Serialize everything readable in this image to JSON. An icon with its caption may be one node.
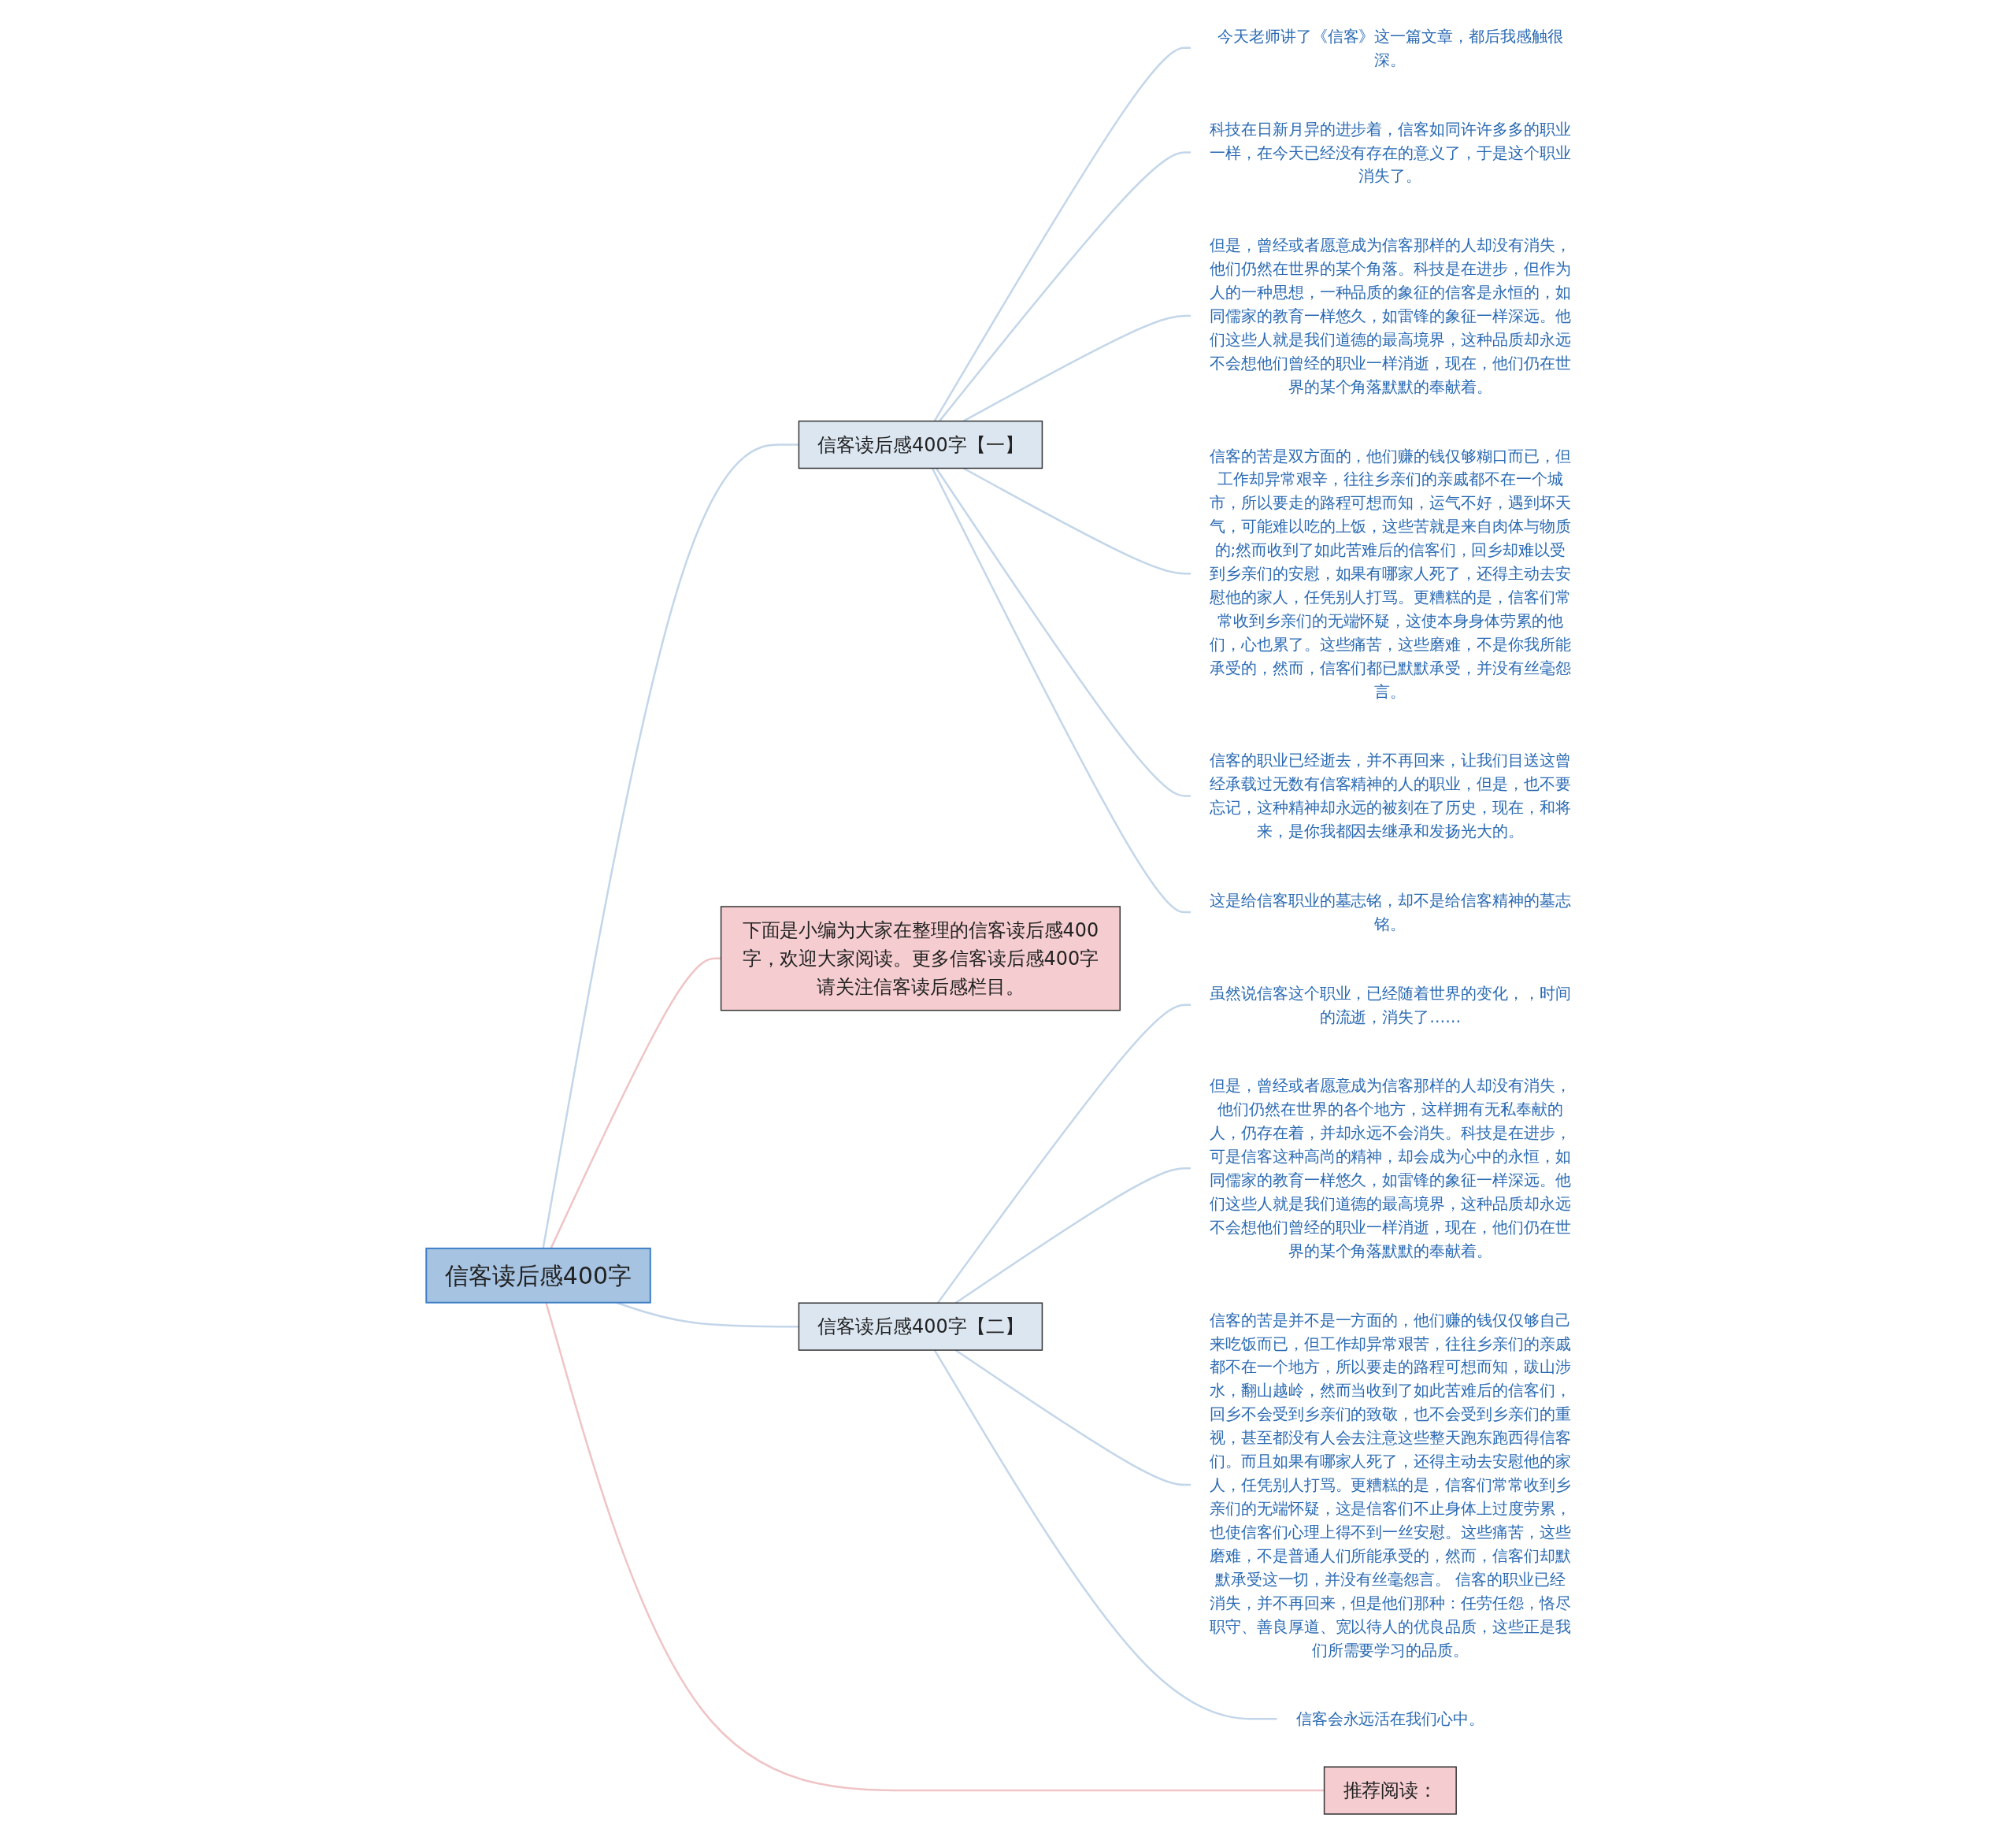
{
  "diagram": {
    "nodes": [
      {
        "text": [
          "信客读后感400字"
        ]
      },
      {
        "text": [
          "信客读后感400字【一】"
        ]
      },
      {
        "text": [
          "今天老师讲了《信客》这一篇文章，都后我感触很深。"
        ]
      },
      {
        "text": [
          "科技在日新月异的进步着，信客如同许许多多的职业一样，在今天已经没有存在的意义了，于是这个职业消失了。"
        ]
      },
      {
        "text": [
          "但是，曾经或者愿意成为信客那样的人却没有消失，他们仍然在世界的某个角落。科技是在进步，但作为人的一种思想，一种品质的象征的信客是永恒的，如同儒家的教育一样悠久，如雷锋的象征一样深远。他们这些人就是我们道德的最高境界，这种品质却永远不会想他们曾经的职业一样消逝，现在，他们仍在世界的某个角落默默的奉献着。"
        ]
      },
      {
        "text": [
          "信客的苦是双方面的，他们赚的钱仅够糊口而已，但工作却异常艰辛，往往乡亲们的亲戚都不在一个城市，所以要走的路程可想而知，运气不好，遇到坏天气，可能难以吃的上饭，这些苦就是来自肉体与物质的;然而收到了如此苦难后的信客们，回乡却难以受到乡亲们的安慰，如果有哪家人死了，还得主动去安慰他的家人，任凭别人打骂。更糟糕的是，信客们常常收到乡亲们的无端怀疑，这使本身身体劳累的他们，心也累了。这些痛苦，这些磨难，不是你我所能承受的，然而，信客们都已默默承受，并没有丝毫怨言。"
        ]
      },
      {
        "text": [
          "信客的职业已经逝去，并不再回来，让我们目送这曾经承载过无数有信客精神的人的职业，但是，也不要忘记，这种精神却永远的被刻在了历史，现在，和将来，是你我都因去继承和发扬光大的。"
        ]
      },
      {
        "text": [
          "这是给信客职业的墓志铭，却不是给信客精神的墓志铭。"
        ]
      },
      {
        "text": [
          "下面是小编为大家在整理的信客读后感400字，欢迎大家阅读。更多信客读后感400字请关注信客读后感栏目。"
        ]
      },
      {
        "text": [
          "信客读后感400字【二】"
        ]
      },
      {
        "text": [
          "虽然说信客这个职业，已经随着世界的变化，，时间的流逝，消失了……"
        ]
      },
      {
        "text": [
          "但是，曾经或者愿意成为信客那样的人却没有消失，他们仍然在世界的各个地方，这样拥有无私奉献的人，仍存在着，并却永远不会消失。科技是在进步，可是信客这种高尚的精神，却会成为心中的永恒，如同儒家的教育一样悠久，如雷锋的象征一样深远。他们这些人就是我们道德的最高境界，这种品质却永远不会想他们曾经的职业一样消逝，现在，他们仍在世界的某个角落默默的奉献着。"
        ]
      },
      {
        "text": [
          "信客的苦是并不是一方面的，他们赚的钱仅仅够自己来吃饭而已，但工作却异常艰苦，往往乡亲们的亲戚都不在一个地方，所以要走的路程可想而知，跋山涉水，翻山越岭，然而当收到了如此苦难后的信客们，回乡不会受到乡亲们的致敬，也不会受到乡亲们的重视，甚至都没有人会去注意这些整天跑东跑西得信客们。而且如果有哪家人死了，还得主动去安慰他的家人，任凭别人打骂。更糟糕的是，信客们常常收到乡亲们的无端怀疑，这是信客们不止身体上过度劳累，也使信客们心理上得不到一丝安慰。这些痛苦，这些磨难，不是普通人们所能承受的，然而，信客们却默默承受这一切，并没有丝毫怨言。 信客的职业已经消失，并不再回来，但是他们那种：任劳任怨，恪尽职守、善良厚道、宽以待人的优良品质，这些正是我们所需要学习的品质。"
        ]
      },
      {
        "text": [
          "信客会永远活在我们心中。"
        ]
      },
      {
        "text": [
          "推荐阅读："
        ]
      }
    ],
    "edges": [
      {
        "from": 0,
        "to": 1,
        "arrow": "none"
      },
      {
        "from": 1,
        "to": 2,
        "arrow": "none"
      },
      {
        "from": 1,
        "to": 3,
        "arrow": "none"
      },
      {
        "from": 1,
        "to": 4,
        "arrow": "none"
      },
      {
        "from": 1,
        "to": 5,
        "arrow": "none"
      },
      {
        "from": 1,
        "to": 6,
        "arrow": "none"
      },
      {
        "from": 1,
        "to": 7,
        "arrow": "none"
      },
      {
        "from": 0,
        "to": 8,
        "arrow": "none",
        "color": "#f0c4c6"
      },
      {
        "from": 0,
        "to": 9,
        "arrow": "none"
      },
      {
        "from": 9,
        "to": 10,
        "arrow": "none"
      },
      {
        "from": 9,
        "to": 11,
        "arrow": "none"
      },
      {
        "from": 9,
        "to": 12,
        "arrow": "none"
      },
      {
        "from": 9,
        "to": 13,
        "arrow": "none"
      },
      {
        "from": 0,
        "to": 14,
        "arrow": "none",
        "color": "#f0c4c6"
      }
    ]
  }
}
